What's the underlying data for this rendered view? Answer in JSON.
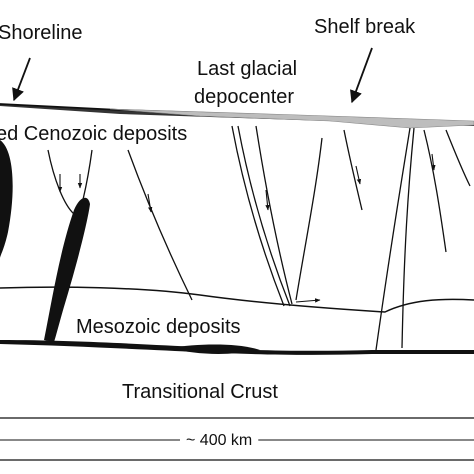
{
  "labels": {
    "shoreline": "Shoreline",
    "shelf_break": "Shelf break",
    "depocenter_line1": "Last glacial",
    "depocenter_line2": "depocenter",
    "cenozoic": "ed Cenozoic deposits",
    "mesozoic": "Mesozoic deposits",
    "crust": "Transitional Crust",
    "scale": "~ 400 km"
  },
  "colors": {
    "ink": "#111111",
    "depocenter_wedge": "#bdbdbd",
    "background": "#ffffff"
  }
}
